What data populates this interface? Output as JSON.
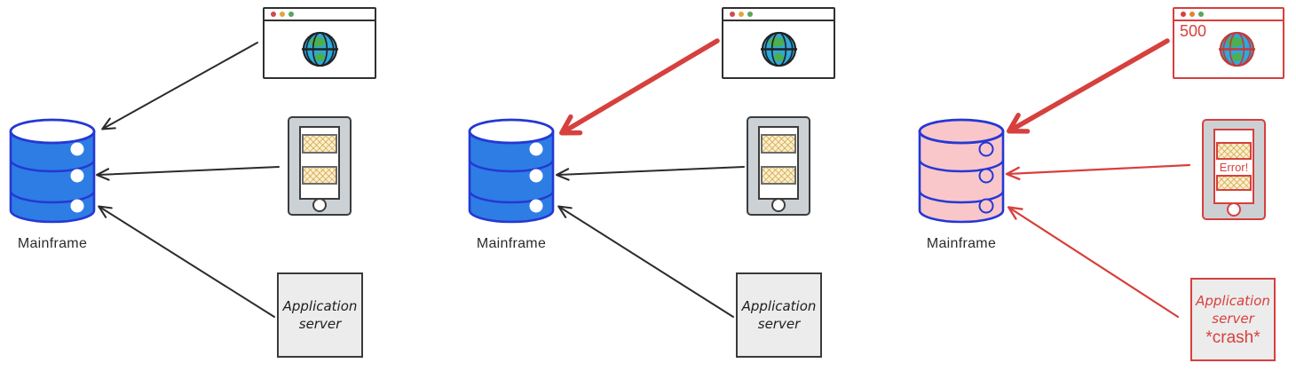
{
  "panels": [
    {
      "state": "normal",
      "mainframe_label": "Mainframe",
      "app_server_line1": "Application",
      "app_server_line2": "server"
    },
    {
      "state": "normal-highlighted-request",
      "mainframe_label": "Mainframe",
      "app_server_line1": "Application",
      "app_server_line2": "server"
    },
    {
      "state": "failure",
      "mainframe_label": "Mainframe",
      "browser_status_code": "500",
      "phone_error": "Error!",
      "app_server_line1": "Application",
      "app_server_line2": "server",
      "app_server_crash": "*crash*"
    }
  ],
  "icons": {
    "browser": "browser-window-icon",
    "globe": "globe-icon",
    "database": "database-cylinder-icon",
    "phone": "mobile-device-icon",
    "server": "application-server-box"
  },
  "colors": {
    "db_blue_fill": "#2e7de4",
    "db_outline_blue": "#2438d4",
    "db_pink_fill": "#f9c6ca",
    "arrow_black": "#2b2b2b",
    "error_red": "#d6403d",
    "globe_ocean": "#2ea8dd",
    "globe_land": "#4caf50",
    "phone_gray": "#ccd1d6",
    "hatch_fill": "#faf0cf",
    "hatch_line": "#d5a346",
    "server_box_gray": "#ececec",
    "traffic_dot_red": "#cf4b4b",
    "traffic_dot_yellow": "#dfa83b",
    "traffic_dot_green": "#58a55c",
    "traffic_dot_orange": "#e0862e",
    "label_text": "#2b2b2b",
    "background": "#ffffff"
  }
}
